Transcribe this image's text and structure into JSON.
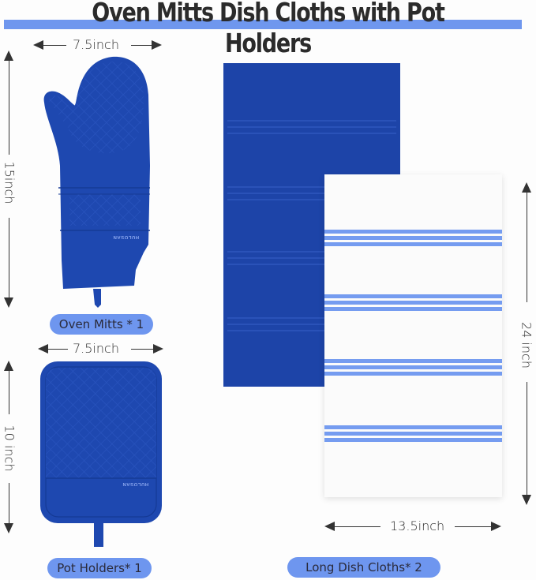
{
  "header": {
    "title": "Oven Mitts Dish Cloths with Pot Holders",
    "accent_color": "#6f97ee"
  },
  "products": {
    "oven_mitt": {
      "width_label": "7.5inch",
      "height_label": "15inch",
      "brand": "HULOSAN",
      "badge": "Oven Mitts * 1",
      "color": "#1e48b0"
    },
    "pot_holder": {
      "width_label": "7.5inch",
      "height_label": "10 inch",
      "brand": "HULOSAN",
      "badge": "Pot Holders* 1",
      "color": "#1e48b0"
    },
    "dish_cloths": {
      "width_label": "13.5inch",
      "height_label": "24 inch",
      "badge": "Long Dish Cloths* 2",
      "colors": [
        "#1d44a8",
        "#fbfbfb"
      ],
      "stripe_color": "#759cf0"
    }
  }
}
